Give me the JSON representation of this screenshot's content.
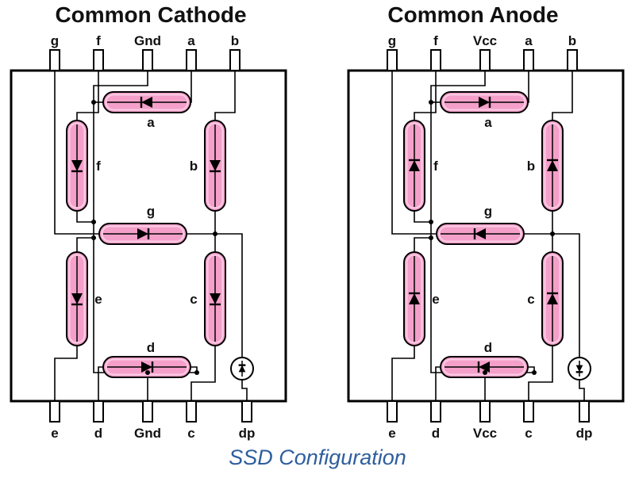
{
  "page": {
    "caption": "SSD Configuration"
  },
  "colors": {
    "segment_fill": "#F4A0CA",
    "segment_highlight": "#FBCCE3",
    "segment_stroke": "#000000",
    "wire": "#000000",
    "caption_text": "#2E5E9E"
  },
  "diagrams": [
    {
      "id": "common-cathode",
      "title": "Common Cathode",
      "top_pins": [
        "g",
        "f",
        "Gnd",
        "a",
        "b"
      ],
      "bottom_pins": [
        "e",
        "d",
        "Gnd",
        "c",
        "dp"
      ],
      "segments": [
        {
          "name": "a",
          "diode": "left"
        },
        {
          "name": "f",
          "diode": "down"
        },
        {
          "name": "b",
          "diode": "down"
        },
        {
          "name": "g",
          "diode": "right"
        },
        {
          "name": "e",
          "diode": "down"
        },
        {
          "name": "c",
          "diode": "down"
        },
        {
          "name": "d",
          "diode": "right"
        },
        {
          "name": "dp",
          "diode": "up"
        }
      ]
    },
    {
      "id": "common-anode",
      "title": "Common Anode",
      "top_pins": [
        "g",
        "f",
        "Vcc",
        "a",
        "b"
      ],
      "bottom_pins": [
        "e",
        "d",
        "Vcc",
        "c",
        "dp"
      ],
      "segments": [
        {
          "name": "a",
          "diode": "right"
        },
        {
          "name": "f",
          "diode": "up"
        },
        {
          "name": "b",
          "diode": "up"
        },
        {
          "name": "g",
          "diode": "left"
        },
        {
          "name": "e",
          "diode": "up"
        },
        {
          "name": "c",
          "diode": "up"
        },
        {
          "name": "d",
          "diode": "left"
        },
        {
          "name": "dp",
          "diode": "down"
        }
      ]
    }
  ]
}
